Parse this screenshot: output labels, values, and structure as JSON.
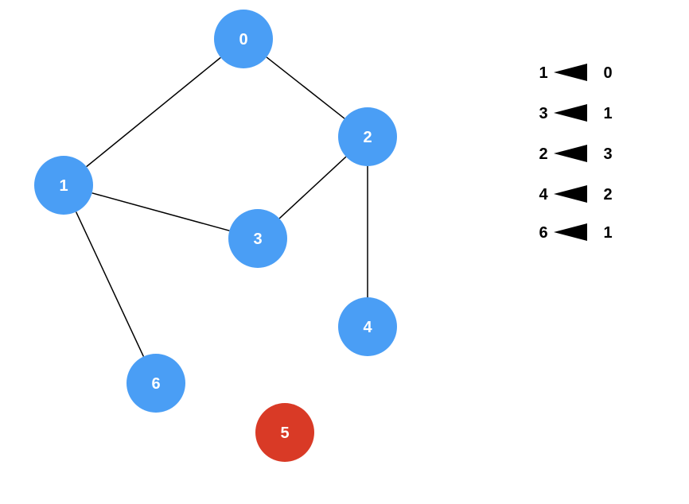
{
  "colors": {
    "node_default": "#4a9ef5",
    "node_highlight": "#d93a26",
    "edge": "#000000",
    "label": "#ffffff",
    "legend_text": "#000000",
    "arrow": "#000000"
  },
  "nodes": [
    {
      "id": "0",
      "label": "0",
      "highlight": false
    },
    {
      "id": "1",
      "label": "1",
      "highlight": false
    },
    {
      "id": "2",
      "label": "2",
      "highlight": false
    },
    {
      "id": "3",
      "label": "3",
      "highlight": false
    },
    {
      "id": "4",
      "label": "4",
      "highlight": false
    },
    {
      "id": "5",
      "label": "5",
      "highlight": true
    },
    {
      "id": "6",
      "label": "6",
      "highlight": false
    }
  ],
  "edges": [
    {
      "from": "0",
      "to": "1"
    },
    {
      "from": "0",
      "to": "2"
    },
    {
      "from": "1",
      "to": "3"
    },
    {
      "from": "1",
      "to": "6"
    },
    {
      "from": "2",
      "to": "3"
    },
    {
      "from": "2",
      "to": "4"
    }
  ],
  "legend": [
    {
      "left": "1",
      "right": "0",
      "arrow_icon": "left-arrow-icon"
    },
    {
      "left": "3",
      "right": "1",
      "arrow_icon": "left-arrow-icon"
    },
    {
      "left": "2",
      "right": "3",
      "arrow_icon": "left-arrow-icon"
    },
    {
      "left": "4",
      "right": "2",
      "arrow_icon": "left-arrow-icon"
    },
    {
      "left": "6",
      "right": "1",
      "arrow_icon": "left-arrow-icon"
    }
  ]
}
